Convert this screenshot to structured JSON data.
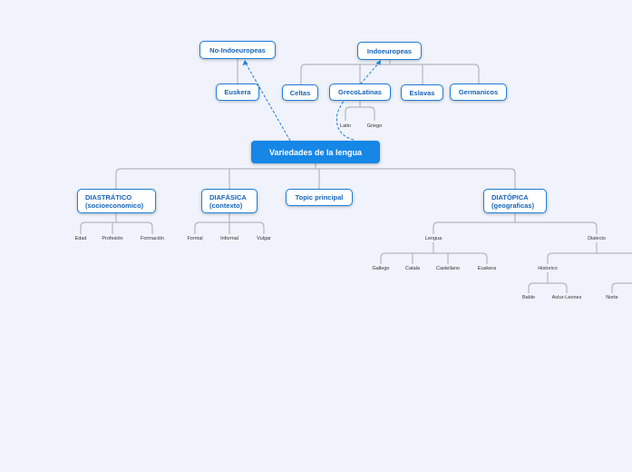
{
  "root": {
    "label": "Variedades de la lengua"
  },
  "top_nodes": {
    "no_indoeuropeas": "No-Indoeuropeas",
    "euskera": "Euskera",
    "indoeuropeas": "Indoeuropeas",
    "celtas": "Celtas",
    "grecolatinas": "GrecoLatinas",
    "eslavas": "Eslavas",
    "germanicos": "Germanicos"
  },
  "grecolatinas_children": [
    "Latin",
    "Griego"
  ],
  "branches": {
    "diastratico": {
      "line1": "DIASTRÁTICO",
      "line2": "(socioeconomico)",
      "children": [
        "Edad",
        "Profesión",
        "Formación"
      ]
    },
    "diafasica": {
      "line1": "DIAFÁSICA",
      "line2": "(contexto)",
      "children": [
        "Formal",
        "Informal",
        "Vulgar"
      ]
    },
    "topic": {
      "label": "Topic principal"
    },
    "diatopica": {
      "line1": "DIATÓPICA",
      "line2": "(geograficas)"
    }
  },
  "diatopica_children": {
    "lengua": {
      "label": "Lengua",
      "children": [
        "Gallego",
        "Catala",
        "Castellano",
        "Euskera"
      ]
    },
    "dialecto": {
      "label": "Dialecto"
    },
    "historico": {
      "label": "Historico",
      "children": [
        "Bable",
        "Astur-Leones"
      ]
    },
    "norte": {
      "label": "Norte"
    }
  }
}
